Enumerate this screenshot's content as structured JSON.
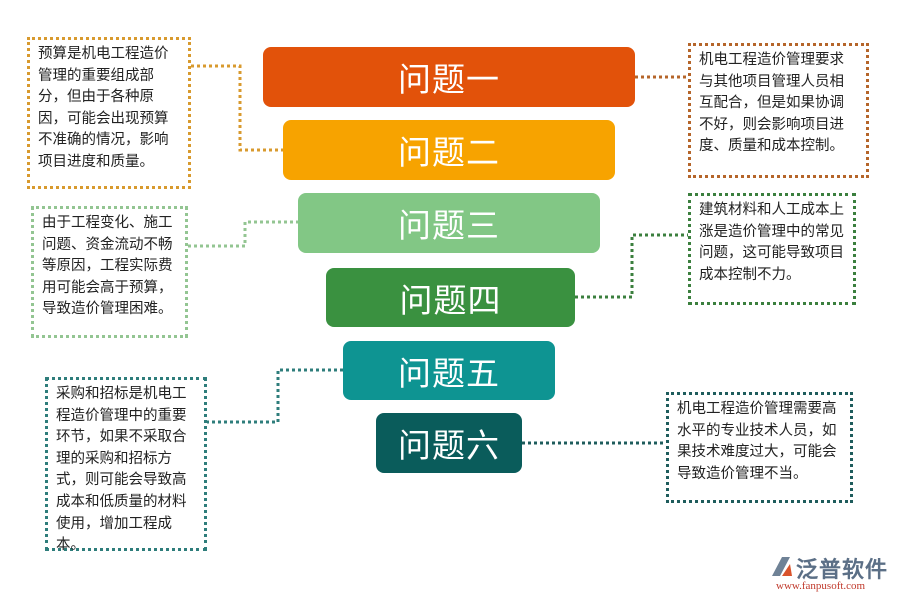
{
  "issues": [
    {
      "label": "问题一",
      "color": "#E2520A"
    },
    {
      "label": "问题二",
      "color": "#F7A300"
    },
    {
      "label": "问题三",
      "color": "#82C785"
    },
    {
      "label": "问题四",
      "color": "#3A9140"
    },
    {
      "label": "问题五",
      "color": "#0E9492"
    },
    {
      "label": "问题六",
      "color": "#0A5C5B"
    }
  ],
  "notes": {
    "issue1": "机电工程造价管理要求与其他项目管理人员相互配合，但是如果协调不好，则会影响项目进度、质量和成本控制。",
    "issue2": "预算是机电工程造价管理的重要组成部分，但由于各种原因，可能会出现预算不准确的情况，影响项目进度和质量。",
    "issue3": "由于工程变化、施工问题、资金流动不畅等原因，工程实际费用可能会高于预算，导致造价管理困难。",
    "issue4": "建筑材料和人工成本上涨是造价管理中的常见问题，这可能导致项目成本控制不力。",
    "issue5": "采购和招标是机电工程造价管理中的重要环节，如果不采取合理的采购和招标方式，则可能会导致高成本和低质量的材料使用，增加工程成本。",
    "issue6": "机电工程造价管理需要高水平的专业技术人员，如果技术难度过大，可能会导致造价管理不当。"
  },
  "logo": {
    "name": "泛普软件",
    "url": "www.fanpusoft.com"
  }
}
